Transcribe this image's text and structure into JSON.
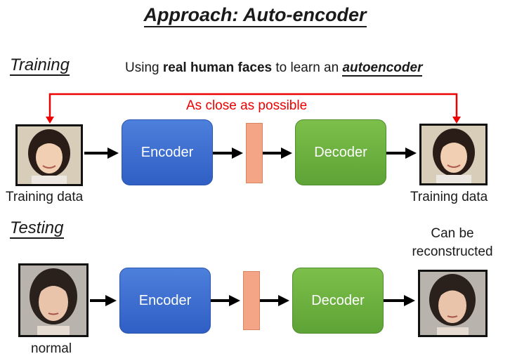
{
  "title": "Approach: Auto-encoder",
  "training": {
    "heading": "Training",
    "subtitle_pre": "Using ",
    "subtitle_bold": "real human faces",
    "subtitle_mid": " to learn an ",
    "subtitle_em": "autoencoder",
    "close_label": "As close as possible",
    "input_label": "Training data",
    "output_label": "Training data",
    "encoder": "Encoder",
    "decoder": "Decoder"
  },
  "testing": {
    "heading": "Testing",
    "input_label": "normal",
    "output_label_line1": "Can be",
    "output_label_line2": "reconstructed",
    "encoder": "Encoder",
    "decoder": "Decoder"
  },
  "colors": {
    "encoder": "#3a6bd0",
    "decoder": "#6cb33f",
    "code": "#f4a585",
    "feedback_arrow": "#ee0000"
  }
}
